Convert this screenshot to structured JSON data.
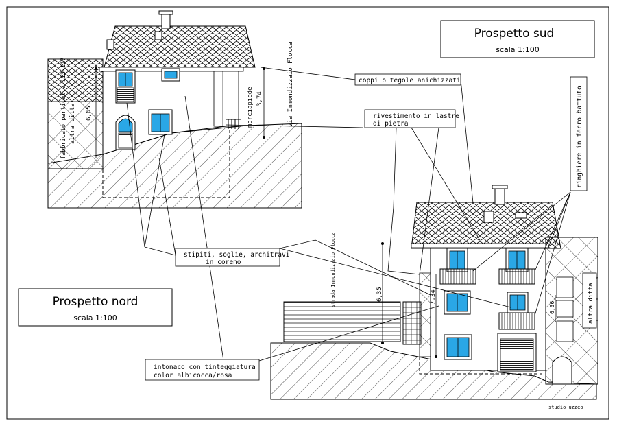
{
  "titles": {
    "south": {
      "title": "Prospetto sud",
      "scale": "scala 1:100"
    },
    "north": {
      "title": "Prospetto nord",
      "scale": "scala 1:100"
    }
  },
  "notes": {
    "roof": "coppi o tegole anichizzati",
    "stone": [
      "rivestimento in lastre",
      "di pietra"
    ],
    "railings": "ringhiere in ferro battuto",
    "jambs": [
      "stipiti, soglie, architravi",
      "in coreno"
    ],
    "plaster": [
      "intonaco con tinteggiatura",
      "color albicocca/rosa"
    ]
  },
  "north_labels": {
    "neighbour": "fabbricato particella 113-117",
    "neighbour_other": "altra ditta",
    "height_neighbour": "6,65",
    "sidewalk": "marciapiede",
    "height_main": "3,74",
    "street": "via Immondizzaio Flocca"
  },
  "south_labels": {
    "street": "strada Immondizzaio Flocca",
    "height_a": "6,35",
    "height_b": "7,34",
    "height_c": "6,36",
    "neighbour_other": "altra ditta"
  },
  "footer": {
    "studio": "studio uzzeo"
  },
  "colors": {
    "glass": "#2aa7e6",
    "ink": "#000000",
    "tile_fill": "#ffffff"
  }
}
